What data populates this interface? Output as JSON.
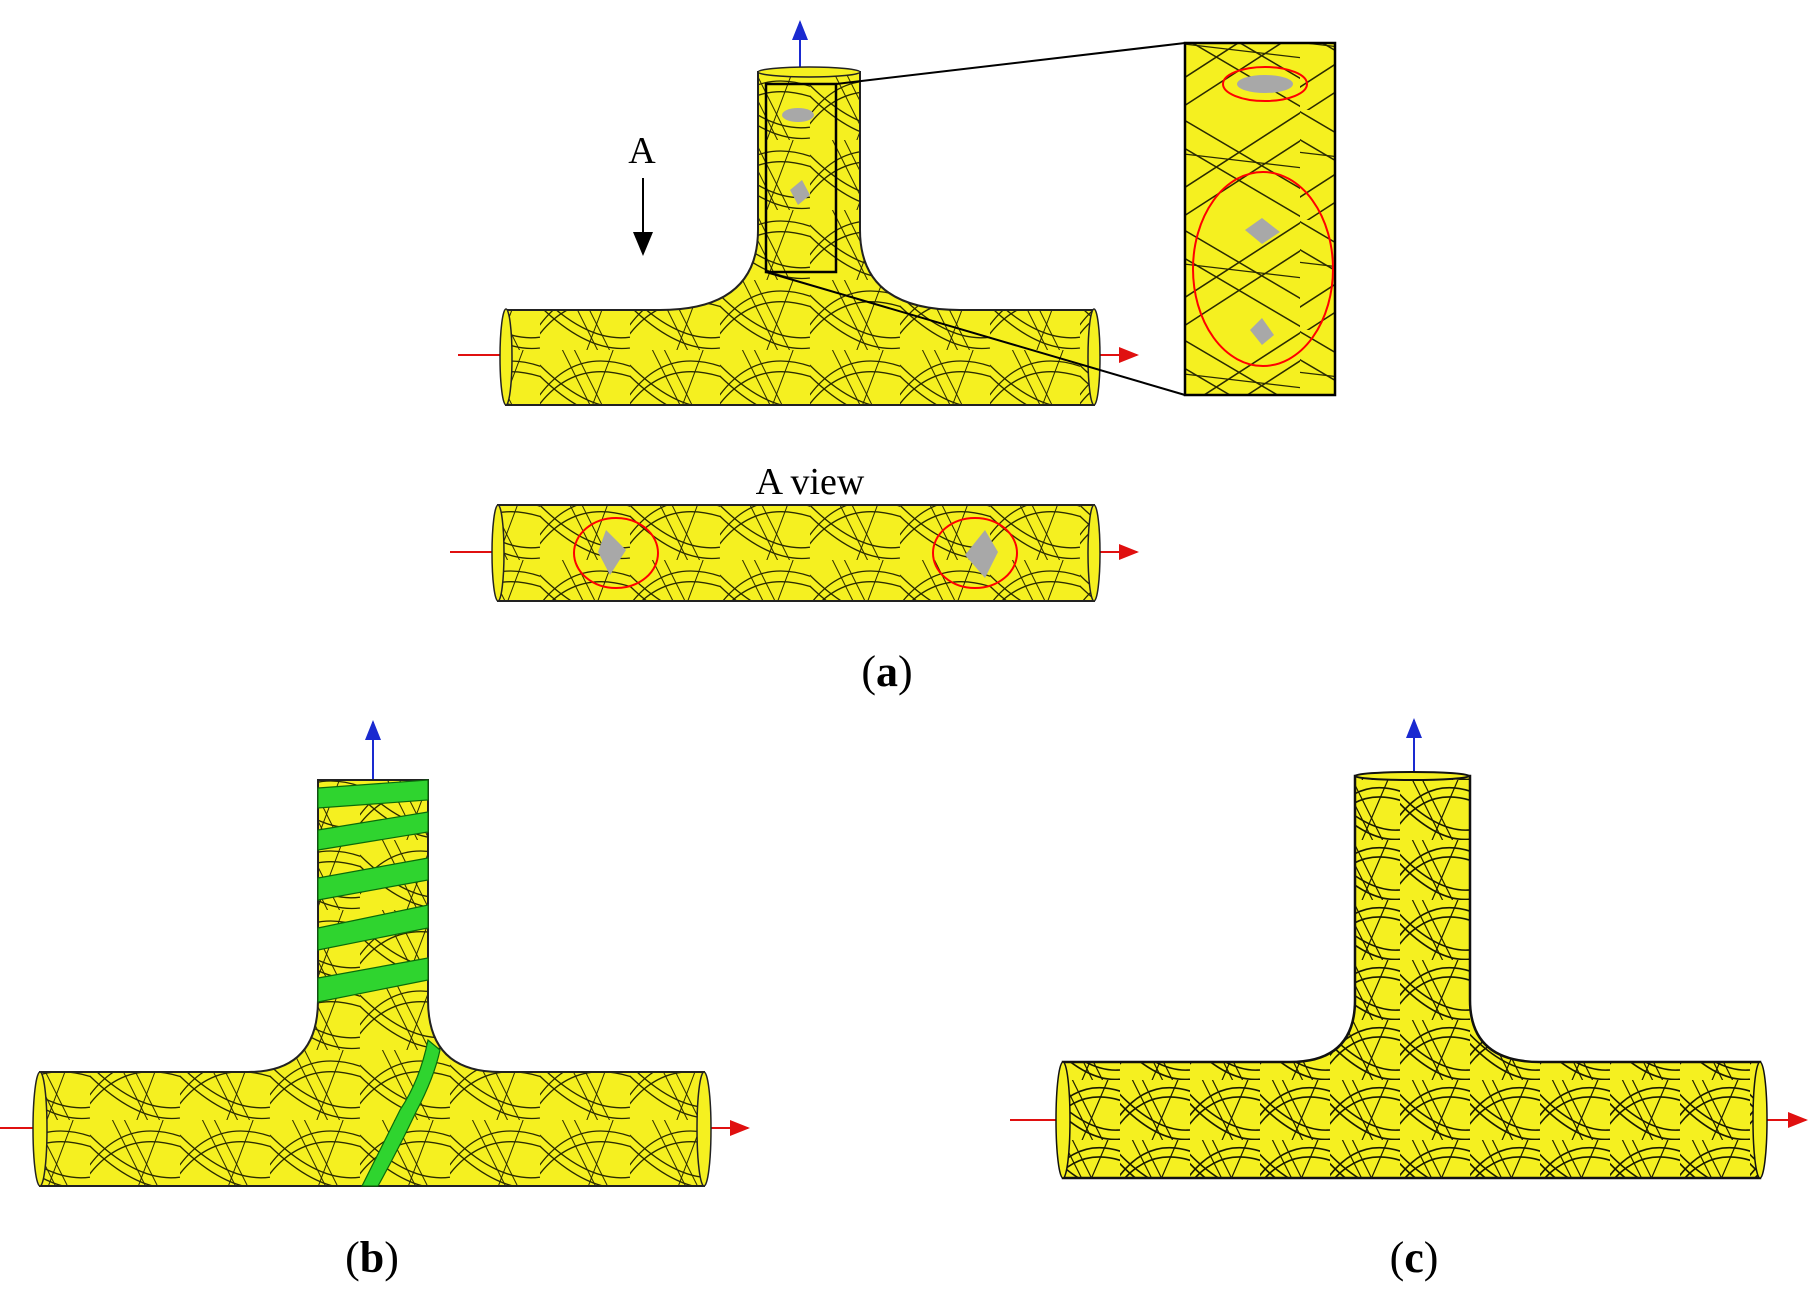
{
  "figure": {
    "label_A": "A",
    "label_A_view": "A view",
    "captions": [
      {
        "open": "(",
        "letter": "a",
        "close": ")"
      },
      {
        "open": "(",
        "letter": "b",
        "close": ")"
      },
      {
        "open": "(",
        "letter": "c",
        "close": ")"
      }
    ]
  },
  "colors": {
    "fiber_yellow": "#f5f020",
    "fiber_outline": "#2a2a00",
    "helical_green": "#2fd42f",
    "gap_gray": "#a8a8a8",
    "defect_circle": "#ff0000",
    "axis_x": "#e01010",
    "axis_y": "#1a2ad0"
  }
}
